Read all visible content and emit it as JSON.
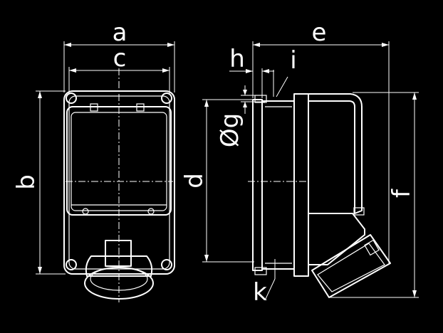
{
  "labels": {
    "a": "a",
    "b": "b",
    "c": "c",
    "d": "d",
    "e": "e",
    "f": "f",
    "g": "Øg",
    "h": "h",
    "i": "i",
    "k": "k"
  },
  "colors": {
    "background": "#000000",
    "line": "#ffffff"
  }
}
